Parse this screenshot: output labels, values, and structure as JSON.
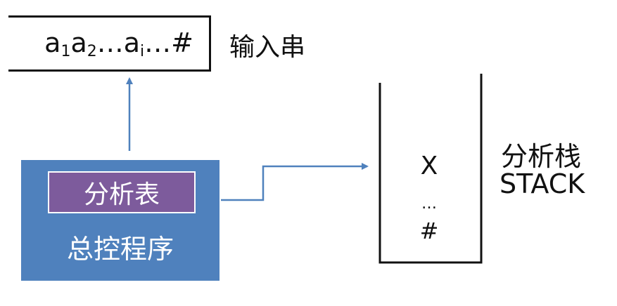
{
  "input_string": {
    "prefix": "a",
    "sub1": "1",
    "mid1": "a",
    "sub2": "2",
    "mid2": "…a",
    "subi": "i",
    "suffix": "…#",
    "label": "输入串"
  },
  "control": {
    "table_label": "分析表",
    "program_label": "总控程序"
  },
  "stack": {
    "top_symbol": "X",
    "ellipsis": "…",
    "bottom_symbol": "#",
    "label_cn": "分析栈",
    "label_en": "STACK"
  },
  "colors": {
    "control_fill": "#4f81bd",
    "table_fill": "#7d5b9c",
    "arrow": "#4f81bd",
    "line": "#111111"
  }
}
